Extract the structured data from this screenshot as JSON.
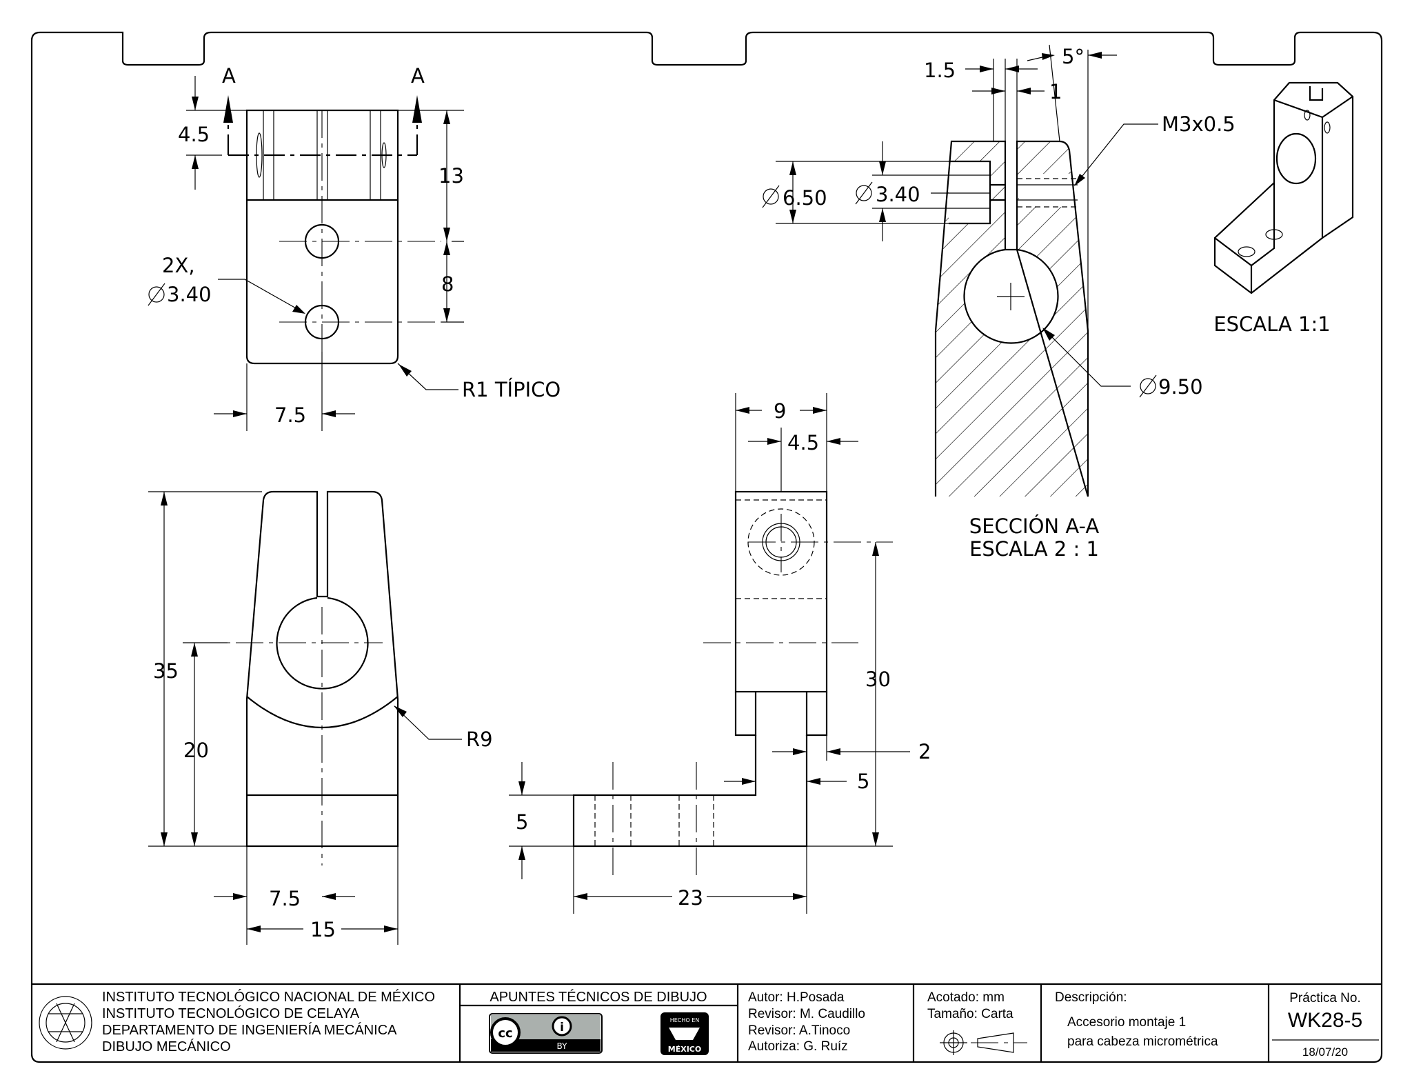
{
  "views": {
    "top": {
      "section_mark_left": "A",
      "section_mark_right": "A",
      "dim_height_top": "4.5",
      "dim_13": "13",
      "dim_8": "8",
      "holes_note_line1": "2X,",
      "holes_note_line2": "3.40",
      "radius_note": "R1 TÍPICO",
      "dim_width_half": "7.5"
    },
    "front": {
      "dim_35": "35",
      "dim_20": "20",
      "radius_note": "R9",
      "dim_half": "7.5",
      "dim_15": "15"
    },
    "side": {
      "dim_9": "9",
      "dim_4_5": "4.5",
      "dim_30": "30",
      "dim_2": "2",
      "dim_5_right": "5",
      "dim_5_left": "5",
      "dim_23": "23"
    },
    "section": {
      "dim_1_5": "1.5",
      "dim_1": "1",
      "dim_angle": "5°",
      "thread_note": "M3x0.5",
      "dia_outer": "6.50",
      "dia_inner": "3.40",
      "dia_bore": "9.50",
      "title_line1": "SECCIÓN A-A",
      "title_line2": "ESCALA 2 : 1"
    },
    "iso": {
      "scale_label": "ESCALA 1:1"
    }
  },
  "title_block": {
    "institution": [
      "INSTITUTO TECNOLÓGICO NACIONAL DE MÉXICO",
      "INSTITUTO TECNOLÓGICO DE CELAYA",
      "DEPARTAMENTO DE INGENIERÍA MECÁNICA",
      "DIBUJO MECÁNICO"
    ],
    "series": "APUNTES TÉCNICOS DE DIBUJO",
    "cc_badge": "BY",
    "mexico_badge_top": "HECHO EN",
    "mexico_badge_bottom": "MÉXICO",
    "people": [
      "Autor: H.Posada",
      "Revisor: M. Caudillo",
      "Revisor: A.Tinoco",
      "Autoriza: G. Ruíz"
    ],
    "units": "Acotado: mm",
    "size": "Tamaño: Carta",
    "description_label": "Descripción:",
    "description_line1": "Accesorio montaje 1",
    "description_line2": "para cabeza micrométrica",
    "practice_label": "Práctica No.",
    "practice_number": "WK28-5",
    "date": "18/07/20"
  }
}
